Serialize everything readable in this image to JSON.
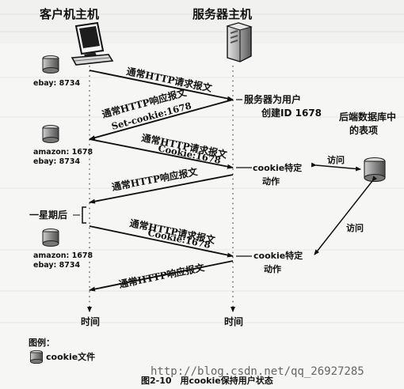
{
  "labels": {
    "client_host": "客户机主机",
    "server_host": "服务器主机",
    "client_time": "时间",
    "server_time": "时间",
    "legend_title": "图例：",
    "legend_cookie": "cookie文件",
    "caption": "图2-10　用cookie保持用户状态",
    "watermark": "http://blog.csdn.net/qq_26927285"
  },
  "cookie_files": [
    {
      "lines": [
        "ebay: 8734"
      ]
    },
    {
      "lines": [
        "amazon: 1678",
        "ebay: 8734"
      ]
    },
    {
      "lines": [
        "amazon: 1678",
        "ebay: 8734"
      ]
    }
  ],
  "messages": [
    {
      "lines": [
        "通常HTTP请求报文"
      ]
    },
    {
      "lines": [
        "通常HTTP响应报文",
        "Set-cookie:1678"
      ]
    },
    {
      "lines": [
        "通常HTTP请求报文",
        "Cookie:1678"
      ]
    },
    {
      "lines": [
        "通常HTTP响应报文"
      ]
    },
    {
      "lines": [
        "通常HTTP请求报文",
        "Cookie:1678"
      ]
    },
    {
      "lines": [
        "通常HTTP响应报文"
      ]
    }
  ],
  "server_notes": {
    "create": [
      "服务器为用户",
      "创建ID 1678"
    ],
    "backend": [
      "后端数据库中",
      "的表项"
    ],
    "action1": [
      "cookie特定",
      "动作"
    ],
    "action2": [
      "cookie特定",
      "动作"
    ],
    "access1": "访问",
    "access2": "访问"
  },
  "week_later": "一星期后"
}
